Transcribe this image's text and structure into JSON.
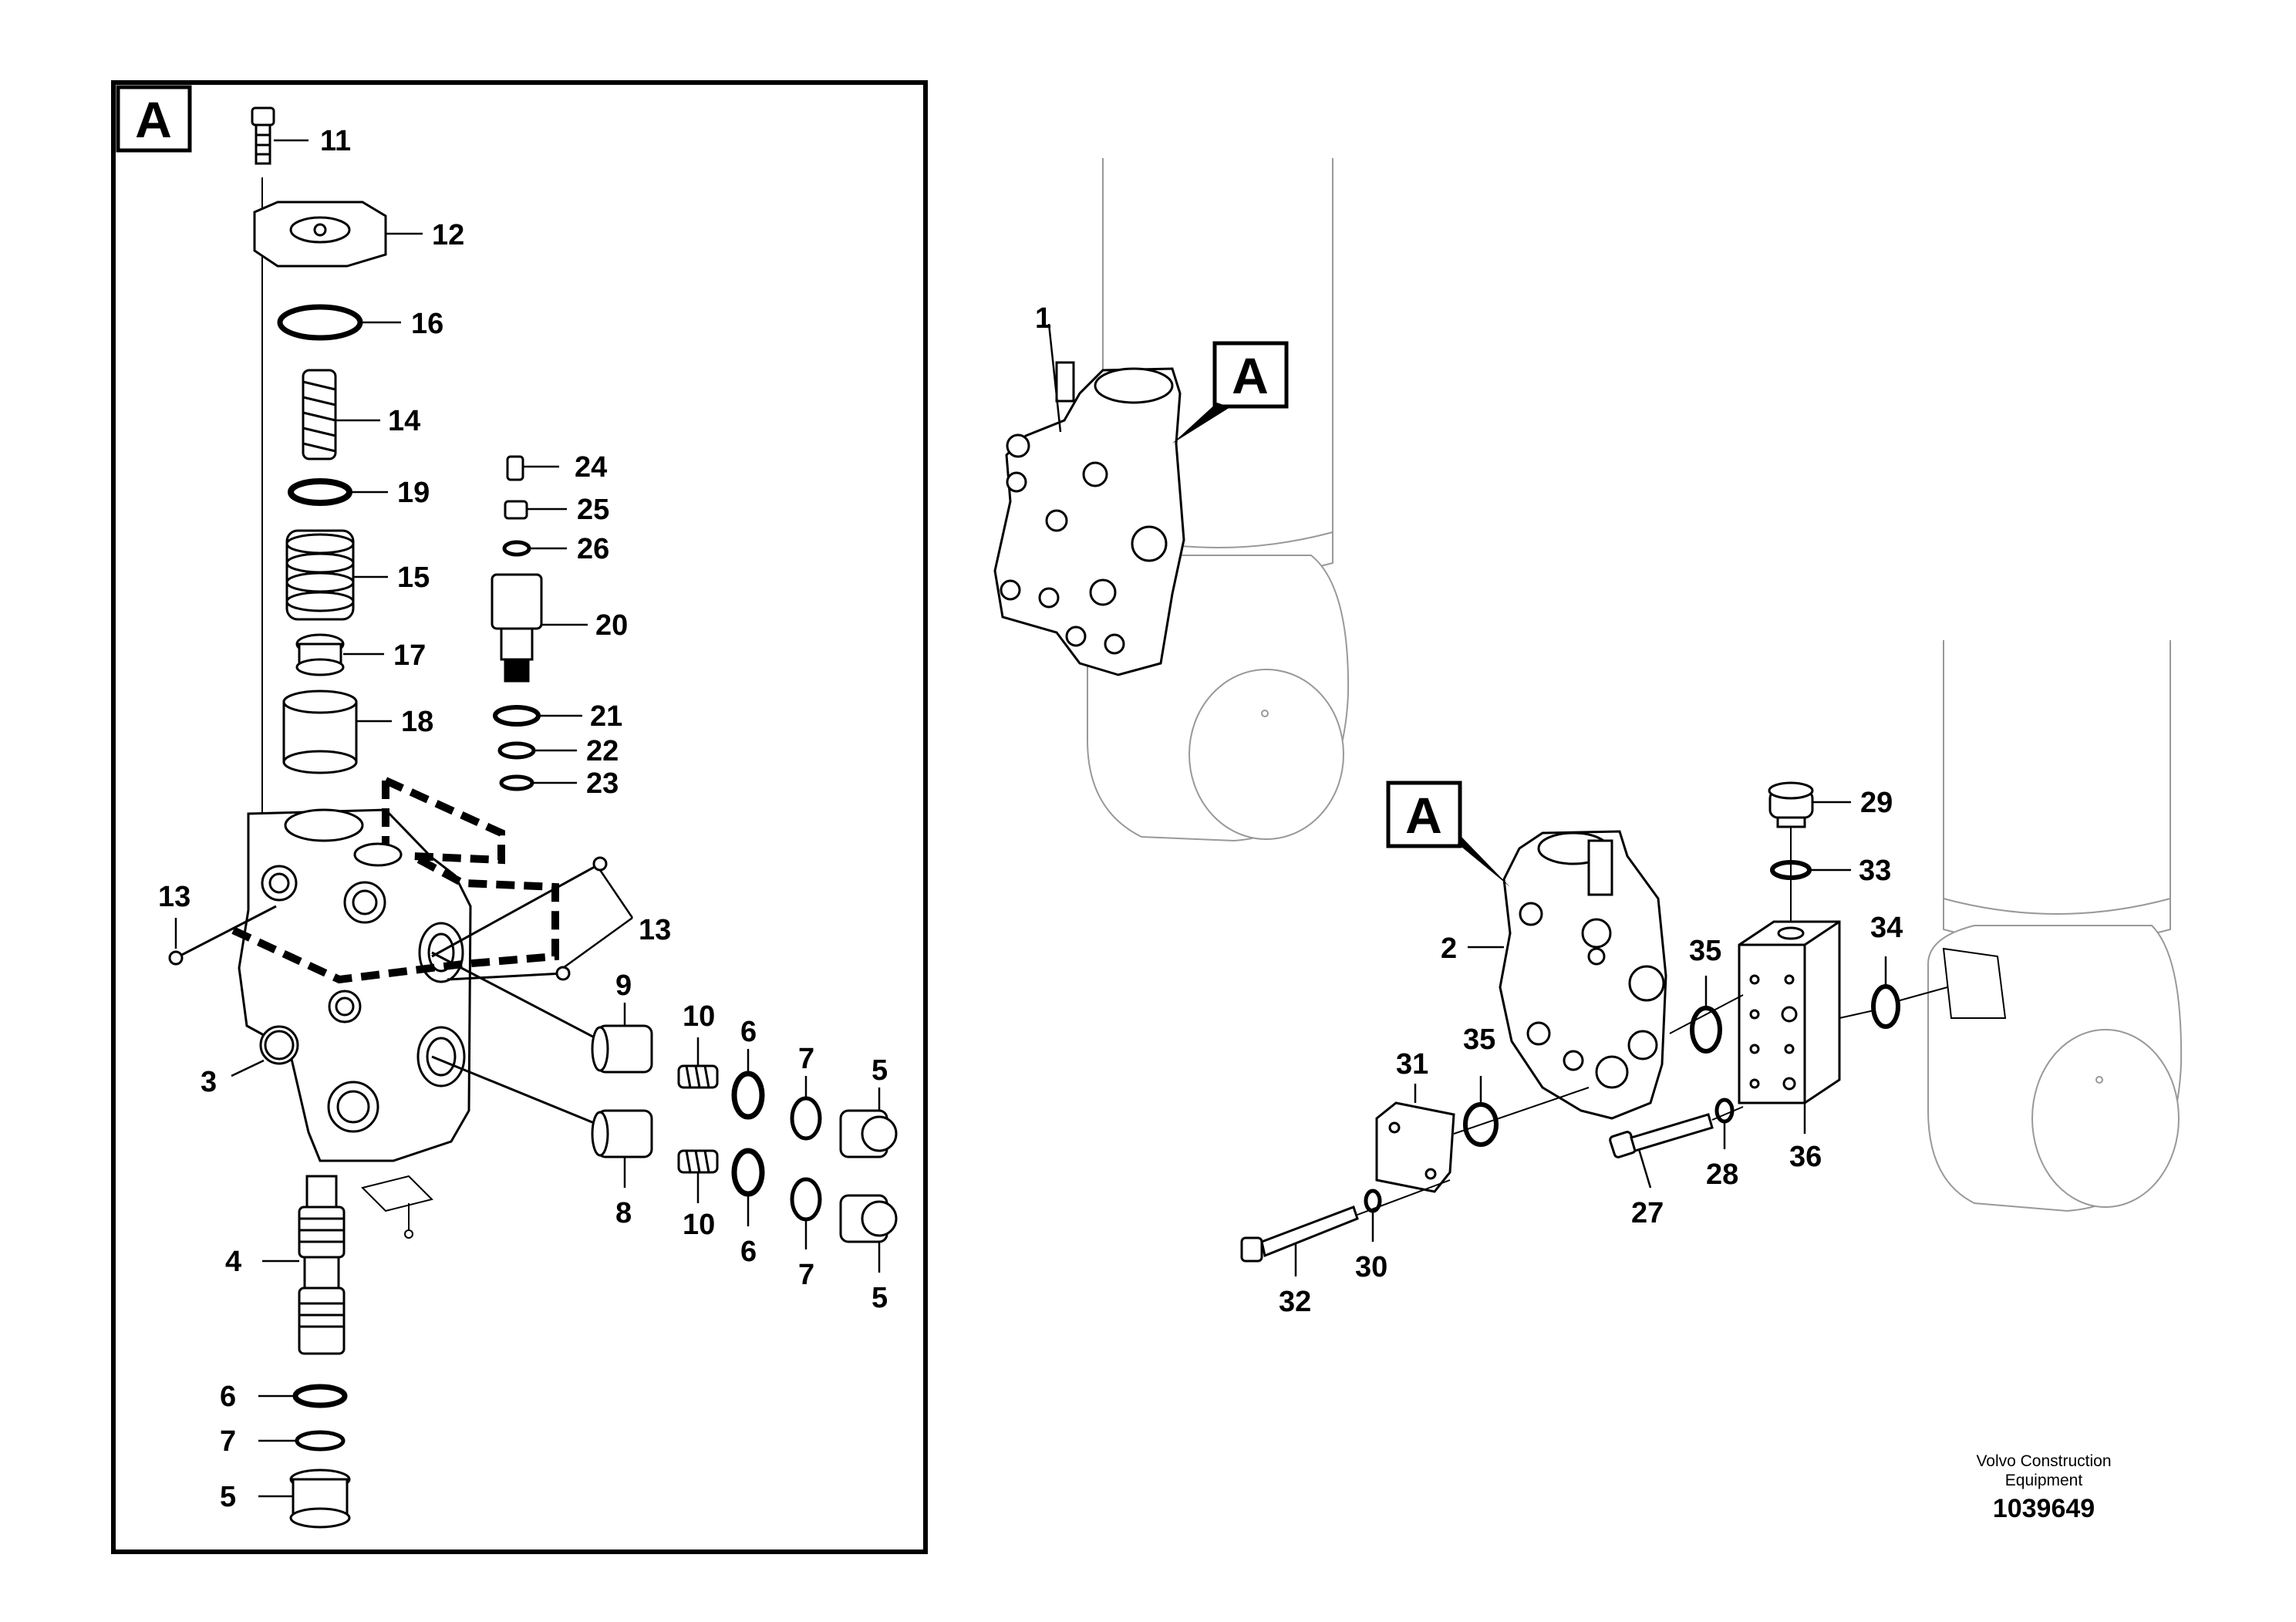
{
  "detail_label": "A",
  "callouts": {
    "c1": "1",
    "c2": "2",
    "c3": "3",
    "c4": "4",
    "c5a": "5",
    "c5b": "5",
    "c5c": "5",
    "c6a": "6",
    "c6b": "6",
    "c6c": "6",
    "c7a": "7",
    "c7b": "7",
    "c7c": "7",
    "c8": "8",
    "c9": "9",
    "c10a": "10",
    "c10b": "10",
    "c11": "11",
    "c12": "12",
    "c13a": "13",
    "c13b": "13",
    "c14": "14",
    "c15": "15",
    "c16": "16",
    "c17": "17",
    "c18": "18",
    "c19": "19",
    "c20": "20",
    "c21": "21",
    "c22": "22",
    "c23": "23",
    "c24": "24",
    "c25": "25",
    "c26": "26",
    "c27": "27",
    "c28": "28",
    "c29": "29",
    "c30": "30",
    "c31": "31",
    "c32": "32",
    "c33": "33",
    "c34": "34",
    "c35a": "35",
    "c35b": "35",
    "c36": "36"
  },
  "footer": {
    "brand_line1": "Volvo Construction",
    "brand_line2": "Equipment",
    "doc_number": "1039649"
  }
}
